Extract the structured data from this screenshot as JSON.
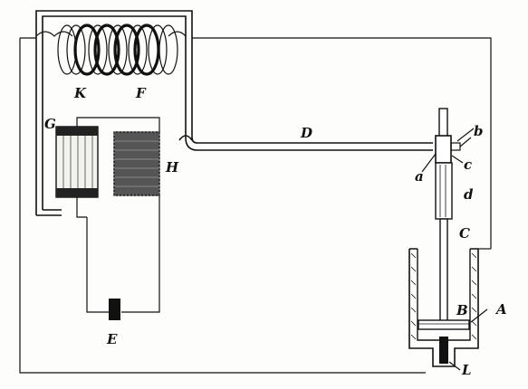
{
  "figure": {
    "labels": {
      "K": "K",
      "F": "F",
      "G": "G",
      "H": "H",
      "D": "D",
      "b": "b",
      "a": "a",
      "c": "c",
      "d": "d",
      "C": "C",
      "B": "B",
      "A": "A",
      "E": "E",
      "L": "L"
    }
  }
}
